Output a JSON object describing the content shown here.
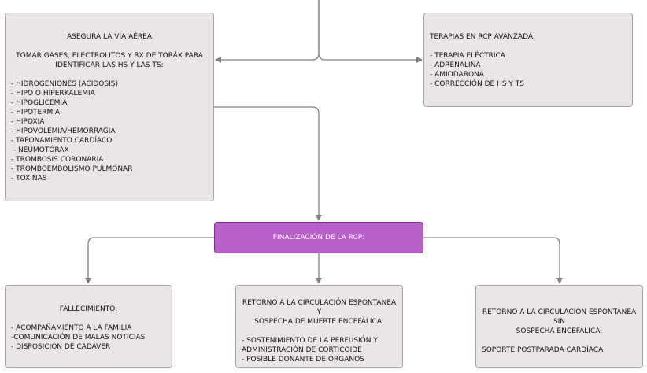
{
  "colors": {
    "box_fill": "#e9e5e8",
    "box_border": "#a6a2a5",
    "highlight_fill": "#b85fca",
    "highlight_border": "#7c2e8c",
    "connector": "#808080"
  },
  "airway_box": {
    "title": "ASEGURA LA VÍA AÉREA",
    "subtitle_line1": "TOMAR GASES, ELECTROLITOS Y RX DE TORÁX PARA",
    "subtitle_line2": "IDENTIFICAR LAS HS Y LAS TS:",
    "items": [
      "- HIDROGENIONES (ACIDOSIS)",
      "- HIPO O HIPERKALEMIA",
      "- HIPOGLICEMIA",
      "- HIPOTERMIA",
      "- HIPOXIA",
      "- HIPOVOLEMIA/HEMORRAGIA",
      "- TAPONAMIENTO CARDÍACO",
      " - NEUMOTÓRAX",
      "- TROMBOSIS CORONARIA",
      "- TROMBOEMBOLISMO PULMONAR",
      "- TOXINAS"
    ]
  },
  "therapies_box": {
    "title": "TERAPIAS EN RCP AVANZADA:",
    "items": [
      "- TERAPIA ELÉCTRICA",
      "- ADRENALINA",
      "- AMIODARONA",
      "- CORRECCIÓN DE HS Y TS"
    ]
  },
  "end_box": {
    "label": "FINALIZACIÓN DE LA RCP:"
  },
  "death_box": {
    "title": "FALLECIMIENTO:",
    "items": [
      "- ACOMPAÑAMIENTO A LA FAMILIA",
      "-COMUNICACIÓN DE MALAS NOTICIAS",
      "- DISPOSICIÓN DE CADÁVER"
    ]
  },
  "rosc_brain_box": {
    "title_line1": "RETORNO A LA CIRCULACIÓN ESPONTÁNEA Y",
    "title_line2": "SOSPECHA DE MUERTE ENCEFÁLICA:",
    "items": [
      "- SOSTENIMIENTO DE LA PERFUSIÓN Y",
      "ADMINISTRACIÓN DE CORTICOIDE",
      "- POSIBLE DONANTE DE ÓRGANOS"
    ]
  },
  "rosc_box": {
    "title_line1": "RETORNO A LA CIRCULACIÓN ESPONTÁNEA SIN",
    "title_line2": "SOSPECHA ENCEFÁLICA:",
    "item": "SOPORTE POSTPARADA CARDÍACA"
  }
}
